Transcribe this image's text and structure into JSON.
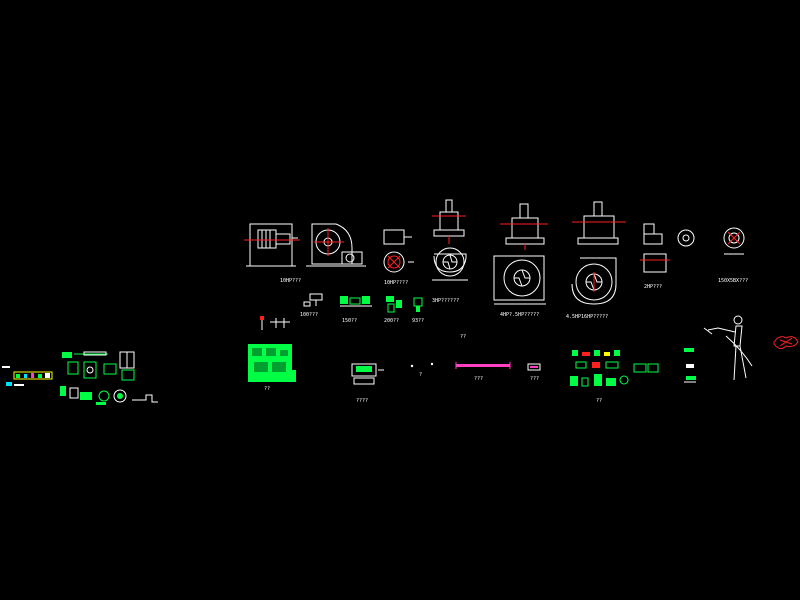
{
  "colors": {
    "background": "#000000",
    "line": "#ffffff",
    "green": "#00ff44",
    "red": "#ff2020",
    "magenta": "#ff40c0",
    "cyan": "#00e0ff",
    "yellow": "#ffff00"
  },
  "labels": {
    "fan_10hp": "10HP???",
    "fan_10hp_b": "10HP????",
    "fan_3hp": "3HP??????",
    "fan_4hp": "4HP?.5HP?????",
    "fan_45hp": "4.5HP16HP?????",
    "fan_2hp": "2HP???",
    "fan_150": "150X5BX???",
    "part_100": "100???",
    "part_150": "150??",
    "part_200": "200??",
    "part_93": "93??",
    "qq_mid": "??",
    "qq_green_block": "??",
    "qq_machine": "????",
    "qq_pipe": "???",
    "qq_small": "???",
    "qq_green_parts": "??",
    "dot_q": "?"
  }
}
